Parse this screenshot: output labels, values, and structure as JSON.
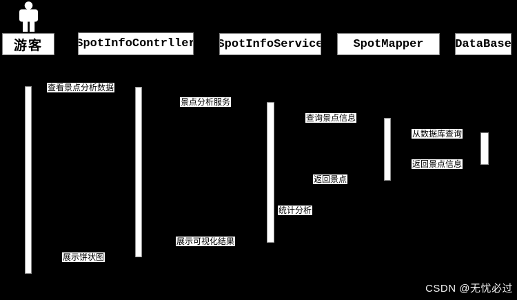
{
  "diagram": {
    "type": "uml-sequence-diagram",
    "colors": {
      "background": "#000000",
      "box_fill": "#ffffff",
      "box_text": "#000000",
      "box_border": "#7f7f7f",
      "watermark_text": "#f0f0f0"
    },
    "participants": [
      {
        "id": "visitor",
        "label": "游客"
      },
      {
        "id": "controller",
        "label": "SpotInfoContrller"
      },
      {
        "id": "service",
        "label": "SpotInfoService"
      },
      {
        "id": "mapper",
        "label": "SpotMapper"
      },
      {
        "id": "database",
        "label": "DataBase"
      }
    ],
    "messages": [
      {
        "label": "查看景点分析数据"
      },
      {
        "label": "景点分析服务"
      },
      {
        "label": "查询景点信息"
      },
      {
        "label": "从数据库查询"
      },
      {
        "label": "返回景点信息"
      },
      {
        "label": "返回景点"
      },
      {
        "label": "统计分析"
      },
      {
        "label": "展示可视化结果"
      },
      {
        "label": "展示饼状图"
      }
    ]
  },
  "watermark": {
    "text": "CSDN @无忧必过"
  }
}
